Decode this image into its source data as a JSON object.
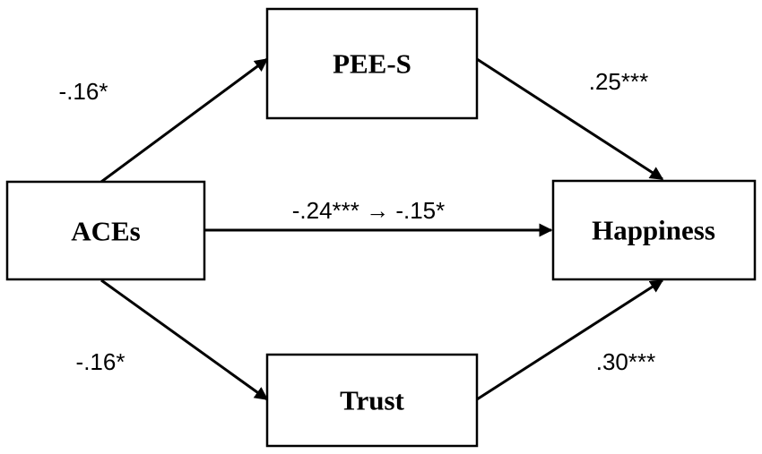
{
  "nodes": {
    "aces": "ACEs",
    "pees": "PEE-S",
    "trust": "Trust",
    "happiness": "Happiness"
  },
  "edges": {
    "aces_pees": "-.16*",
    "pees_happiness": ".25***",
    "aces_happiness": "-.24*** → -.15*",
    "aces_trust": "-.16*",
    "trust_happiness": ".30***"
  }
}
